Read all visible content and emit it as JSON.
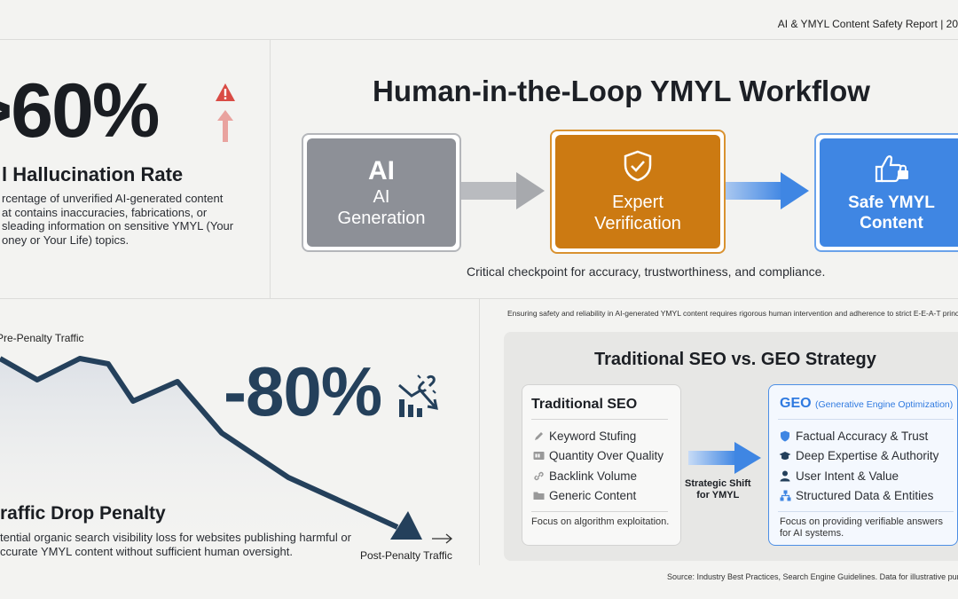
{
  "header": {
    "report_title": "AI & YMYL Content Safety Report | 20"
  },
  "hallucination": {
    "stat": ">60%",
    "title": "l Hallucination Rate",
    "desc_lines": [
      "rcentage of unverified AI-generated content",
      "at contains inaccuracies, fabrications, or",
      "sleading information on sensitive YMYL (Your",
      "oney or Your Life) topics."
    ]
  },
  "workflow": {
    "title": "Human-in-the-Loop YMYL Workflow",
    "steps": [
      {
        "icon_text": "AI",
        "label_lines": [
          "AI",
          "Generation"
        ],
        "color": "#8d9097"
      },
      {
        "icon": "shield-check-icon",
        "label_lines": [
          "Expert",
          "Verification"
        ],
        "color": "#cc7a12"
      },
      {
        "icon": "thumbs-up-lock-icon",
        "label_lines": [
          "Safe YMYL",
          "Content"
        ],
        "color": "#3f86e3"
      }
    ],
    "caption": "Critical checkpoint for accuracy, trustworthiness, and compliance."
  },
  "traffic": {
    "stat": "-80%",
    "pre_label": "Pre-Penalty Traffic",
    "post_label": "Post-Penalty Traffic",
    "title": "raffic Drop Penalty",
    "desc_lines": [
      "tential organic search visibility loss for websites publishing harmful or",
      "ccurate YMYL content without sufficient human oversight."
    ]
  },
  "comparison": {
    "intro": "Ensuring safety and reliability in AI-generated YMYL content requires rigorous human intervention and adherence to strict E-E-A-T princi",
    "title": "Traditional SEO vs. GEO Strategy",
    "traditional": {
      "title": "Traditional SEO",
      "items": [
        {
          "icon": "pencil-icon",
          "label": "Keyword Stufing"
        },
        {
          "icon": "counter-icon",
          "label": "Quantity Over Quality"
        },
        {
          "icon": "link-icon",
          "label": "Backlink Volume"
        },
        {
          "icon": "folder-icon",
          "label": "Generic Content"
        }
      ],
      "footer": "Focus on algorithm exploitation."
    },
    "shift_lines": [
      "Strategic Shift",
      "for YMYL"
    ],
    "geo": {
      "title": "GEO",
      "subtitle": "(Generative Engine Optimization)",
      "items": [
        {
          "icon": "shield-icon",
          "label": "Factual Accuracy & Trust"
        },
        {
          "icon": "graduation-cap-icon",
          "label": "Deep Expertise & Authority"
        },
        {
          "icon": "user-icon",
          "label": "User Intent & Value"
        },
        {
          "icon": "network-icon",
          "label": "Structured Data & Entities"
        }
      ],
      "footer_lines": [
        "Focus on providing verifiable answers",
        "for AI systems."
      ]
    }
  },
  "source": "Source: Industry Best Practices, Search Engine Guidelines. Data for illustrative purpo",
  "colors": {
    "navy": "#24405b",
    "orange": "#cc7a12",
    "blue": "#3f86e3",
    "gray": "#8d9097",
    "alert": "#d94b45"
  }
}
